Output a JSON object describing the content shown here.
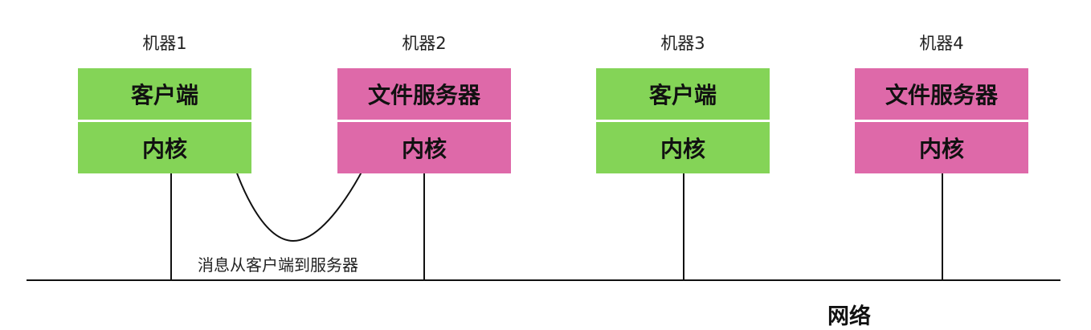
{
  "machines": [
    {
      "name": "机器1",
      "service": "客户端",
      "kernel": "内核",
      "color": "#84d457"
    },
    {
      "name": "机器2",
      "service": "文件服务器",
      "kernel": "内核",
      "color": "#de69a9"
    },
    {
      "name": "机器3",
      "service": "客户端",
      "kernel": "内核",
      "color": "#84d457"
    },
    {
      "name": "机器4",
      "service": "文件服务器",
      "kernel": "内核",
      "color": "#de69a9"
    }
  ],
  "message_label": "消息从客户端到服务器",
  "network_label": "网络"
}
